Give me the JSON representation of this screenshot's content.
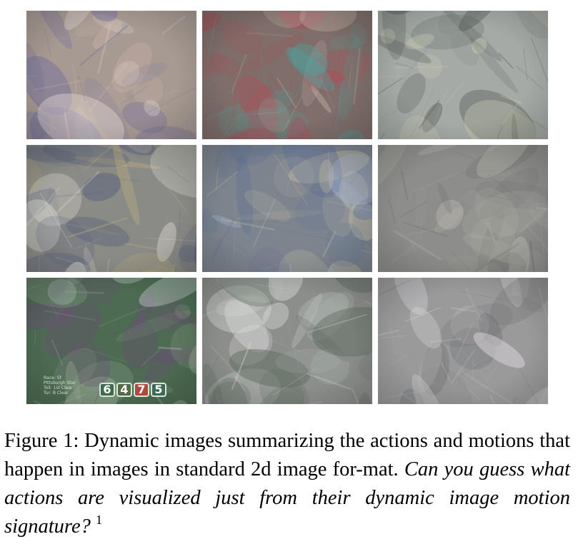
{
  "figure": {
    "images": [
      {
        "name": "dynamic-image-1",
        "palette": [
          "#a79a93",
          "#cdb3a9",
          "#6e6aa0",
          "#e8dfd6"
        ]
      },
      {
        "name": "dynamic-image-2",
        "palette": [
          "#7f6e6a",
          "#b44a56",
          "#47a6a0",
          "#c7b4ad"
        ]
      },
      {
        "name": "dynamic-image-3",
        "palette": [
          "#a5aaa6",
          "#7d8480",
          "#d6d6b6",
          "#4e5550"
        ]
      },
      {
        "name": "dynamic-image-4",
        "palette": [
          "#8a8a86",
          "#f1efe4",
          "#556079",
          "#c9b77a"
        ]
      },
      {
        "name": "dynamic-image-5",
        "palette": [
          "#7d848e",
          "#a6b7d8",
          "#5c6f99",
          "#c8c1a3"
        ]
      },
      {
        "name": "dynamic-image-6",
        "palette": [
          "#8d8e8b",
          "#a3a39b",
          "#6d6e6b",
          "#c1bfb6"
        ]
      },
      {
        "name": "dynamic-image-7",
        "palette": [
          "#4d6b52",
          "#9fb09a",
          "#c8d3cf",
          "#6a4f76"
        ]
      },
      {
        "name": "dynamic-image-8",
        "palette": [
          "#8c8e8b",
          "#b8c2bf",
          "#5b6b5e",
          "#e0e3e0"
        ]
      },
      {
        "name": "dynamic-image-9",
        "palette": [
          "#9a9a9b",
          "#c9c9ca",
          "#6e6f70",
          "#e2dfe0"
        ]
      }
    ],
    "scoreboard": {
      "lines": [
        "Race: 5f",
        "Pittsburgh Star",
        "Toll: 1st  Clear",
        "Tur: B  Clear"
      ],
      "numbers": [
        "6",
        "4",
        "7",
        "5"
      ],
      "number_colors": [
        "#3f6b4b",
        "#556b48",
        "#b04a3a",
        "#3e6a55"
      ]
    },
    "caption": {
      "label": "Figure 1:",
      "text": "Dynamic images summarizing the actions and motions that happen in images in standard 2d image for-mat.",
      "question": "Can you guess what actions are visualized just from their dynamic image motion signature?",
      "footnote": "1"
    }
  }
}
